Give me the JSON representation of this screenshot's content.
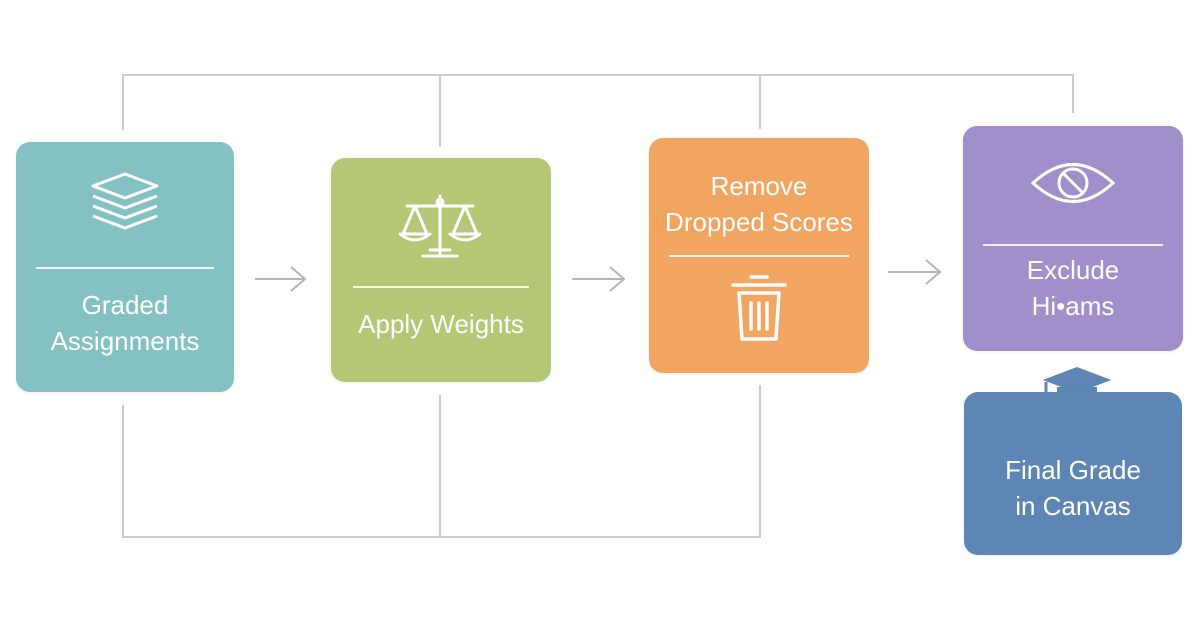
{
  "colors": {
    "graded": "#84c1c3",
    "weights": "#b4c775",
    "dropped": "#f1a560",
    "exclude": "#a08fca",
    "final": "#5d86b4",
    "connector": "#cccccc",
    "arrow": "#b5b5b5"
  },
  "steps": [
    {
      "label": "Graded\nAssignments",
      "icon": "stacked-papers-icon"
    },
    {
      "label": "Apply Weights",
      "icon": "balance-scale-icon"
    },
    {
      "label": "Remove\nDropped Scores",
      "icon": "trash-can-icon"
    },
    {
      "label": "Exclude\nHi•ams",
      "icon": "eye-icon"
    },
    {
      "label": "Final Grade\nin Canvas",
      "icon": "graduation-cap-icon"
    }
  ]
}
